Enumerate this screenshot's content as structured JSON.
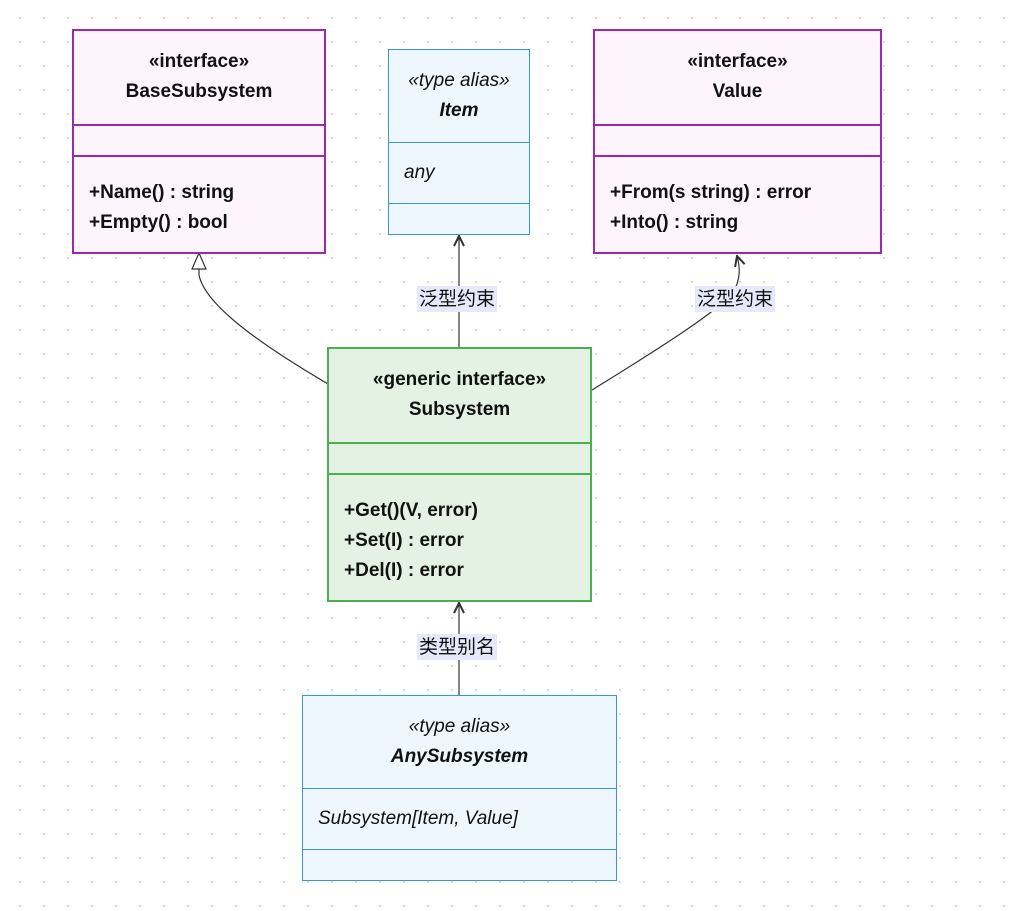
{
  "classes": {
    "base_subsystem": {
      "stereotype": "«interface»",
      "name": "BaseSubsystem",
      "fields": [],
      "methods": [
        "+Name() : string",
        "+Empty() : bool"
      ]
    },
    "item": {
      "stereotype": "«type alias»",
      "name": "Item",
      "fields": [
        "any"
      ],
      "methods": []
    },
    "value": {
      "stereotype": "«interface»",
      "name": "Value",
      "fields": [],
      "methods": [
        "+From(s string) : error",
        "+Into() : string"
      ]
    },
    "subsystem": {
      "stereotype": "«generic interface»",
      "name": "Subsystem",
      "fields": [],
      "methods": [
        "+Get()(V, error)",
        "+Set(I) : error",
        "+Del(I) : error"
      ]
    },
    "any_subsystem": {
      "stereotype": "«type alias»",
      "name": "AnySubsystem",
      "fields": [
        "Subsystem[Item, Value]"
      ],
      "methods": []
    }
  },
  "relations": [
    {
      "from": "subsystem",
      "to": "base_subsystem",
      "kind": "inheritance",
      "label": ""
    },
    {
      "from": "subsystem",
      "to": "item",
      "kind": "dependency",
      "label": "泛型约束"
    },
    {
      "from": "subsystem",
      "to": "value",
      "kind": "dependency",
      "label": "泛型约束"
    },
    {
      "from": "any_subsystem",
      "to": "subsystem",
      "kind": "dependency",
      "label": "类型别名"
    }
  ],
  "colors": {
    "interface_fill": "#fef4fc",
    "interface_border": "#9a2aad",
    "alias_fill": "#eef6fe",
    "alias_border": "#3a96d2",
    "generic_fill": "#e3f2e3",
    "generic_border": "#4caf50",
    "edge_label_bg": "#e8e8fb",
    "edge": "#333333"
  }
}
